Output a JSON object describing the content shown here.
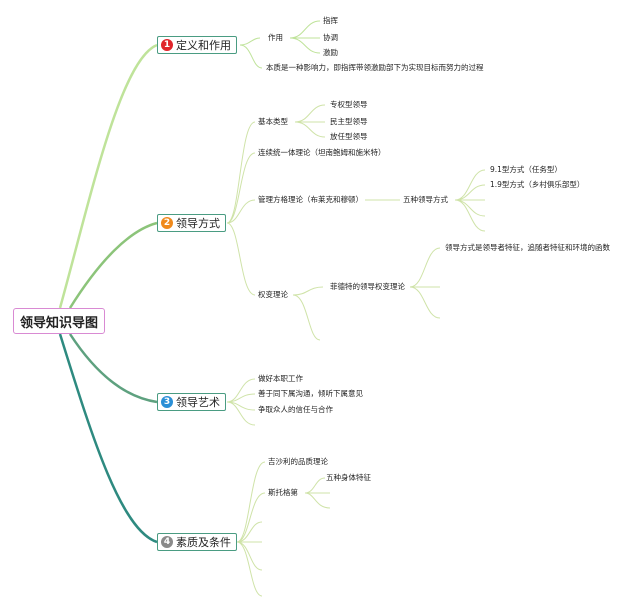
{
  "root": {
    "label": "领导知识导图"
  },
  "branches": [
    {
      "num": "1",
      "label": "定义和作用",
      "badge_color": "#e0252b",
      "items": {
        "zuoyong": "作用",
        "zuoyong_children": [
          "指挥",
          "协调",
          "激励"
        ],
        "essence": "本质是一种影响力，即指挥带领激励部下为实现目标而努力的过程"
      }
    },
    {
      "num": "2",
      "label": "领导方式",
      "badge_color": "#f08a1c",
      "items": {
        "basic": "基本类型",
        "basic_children": [
          "专权型领导",
          "民主型领导",
          "放任型领导"
        ],
        "continuum": "连续统一体理论（坦南鲍姆和施米特）",
        "grid": "管理方格理论（布莱克和穆顿）",
        "five": "五种领导方式",
        "five_children": [
          "9.1型方式（任务型）",
          "1.9型方式（乡村俱乐部型）"
        ],
        "contingency": "权变理论",
        "fiedler": "菲德特的领导权变理论",
        "fiedler_child": "领导方式是领导者特征，追随者特征和环境的函数"
      }
    },
    {
      "num": "3",
      "label": "领导艺术",
      "badge_color": "#2b8fd6",
      "items": {
        "children": [
          "做好本职工作",
          "善于同下属沟通，倾听下属意见",
          "争取众人的信任与合作"
        ]
      }
    },
    {
      "num": "4",
      "label": "素质及条件",
      "badge_color": "#8a8a8a",
      "items": {
        "jsl": "吉沙利的品质理论",
        "stg": "斯托格第",
        "stg_child": "五种身体特征"
      }
    }
  ],
  "colors": {
    "root_border": "#d98ad3",
    "branch_border": "#4a9c82"
  }
}
